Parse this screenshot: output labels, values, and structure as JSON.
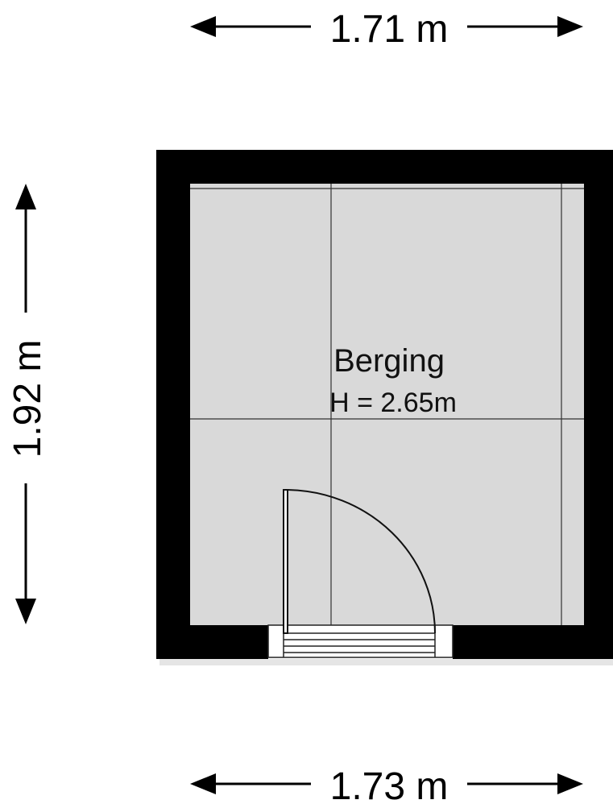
{
  "dimensions": {
    "top_width": "1.71 m",
    "bottom_width": "1.73 m",
    "left_height": "1.92 m"
  },
  "room": {
    "name": "Berging",
    "height": "H = 2.65m"
  },
  "colors": {
    "wall": "#000000",
    "floor": "#d9d9d9",
    "line": "#333333",
    "background": "#ffffff"
  }
}
